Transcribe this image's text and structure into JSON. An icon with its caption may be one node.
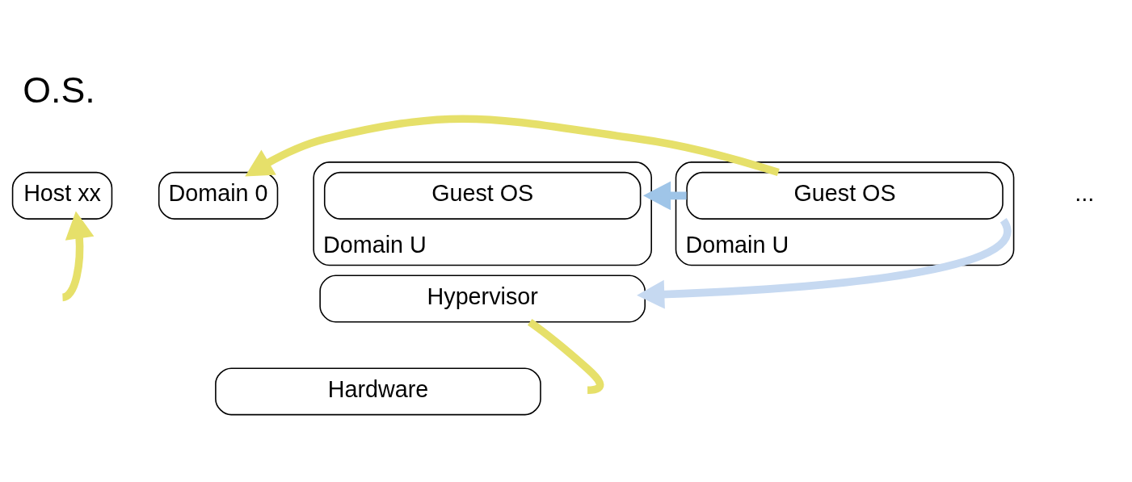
{
  "diagram": {
    "title": "O.S.",
    "nodes": [
      {
        "text": [
          "Host xx"
        ]
      },
      {
        "text": [
          "Domain 0"
        ]
      },
      {
        "text": [
          "Domain U"
        ]
      },
      {
        "text": [
          "Guest OS"
        ],
        "in": 2
      },
      {
        "text": [
          "Domain U"
        ]
      },
      {
        "text": [
          "Guest OS"
        ],
        "in": 4
      },
      {
        "text": [
          "Hypervisor"
        ]
      },
      {
        "text": [
          "Hardware"
        ]
      }
    ],
    "edges": [
      {
        "from": null,
        "to": 0,
        "arrow": "to"
      },
      {
        "from": null,
        "to": 6,
        "arrow": "none"
      },
      {
        "from": 5,
        "to": 1,
        "arrow": "to"
      },
      {
        "from": 5,
        "to": 2,
        "arrow": "to",
        "color": "#9fc5e8"
      },
      {
        "from": 5,
        "to": 6,
        "arrow": "to",
        "color": "#c6d9f1"
      }
    ],
    "labels": [
      "..."
    ]
  }
}
